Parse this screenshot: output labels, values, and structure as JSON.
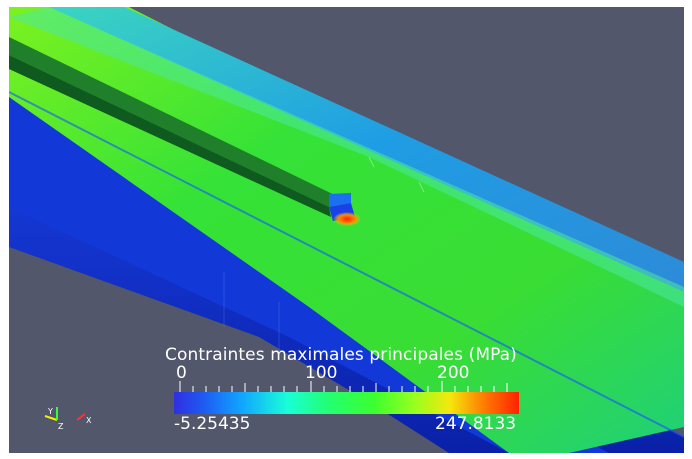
{
  "legend": {
    "title": "Contraintes maximales principales (MPa)",
    "tick_labels": [
      "0",
      "100",
      "200"
    ],
    "range_min": "-5.25435",
    "range_max": "247.8133",
    "colormap": [
      "#2f2fe0",
      "#10a8ff",
      "#19ffd6",
      "#3cff2f",
      "#9aff1e",
      "#f5e70c",
      "#ff2200"
    ]
  },
  "orientation_axes": {
    "labels": [
      "Y",
      "Z",
      "X"
    ],
    "colors": {
      "x": "#ff3333",
      "y": "#f0f000",
      "z": "#33ff33"
    }
  },
  "colors": {
    "background": "#52576b",
    "slab_top": "#36e33a",
    "slab_side": "#0f2fc8",
    "beam": "#1e7a2a",
    "hotspot": "#ff3300"
  }
}
